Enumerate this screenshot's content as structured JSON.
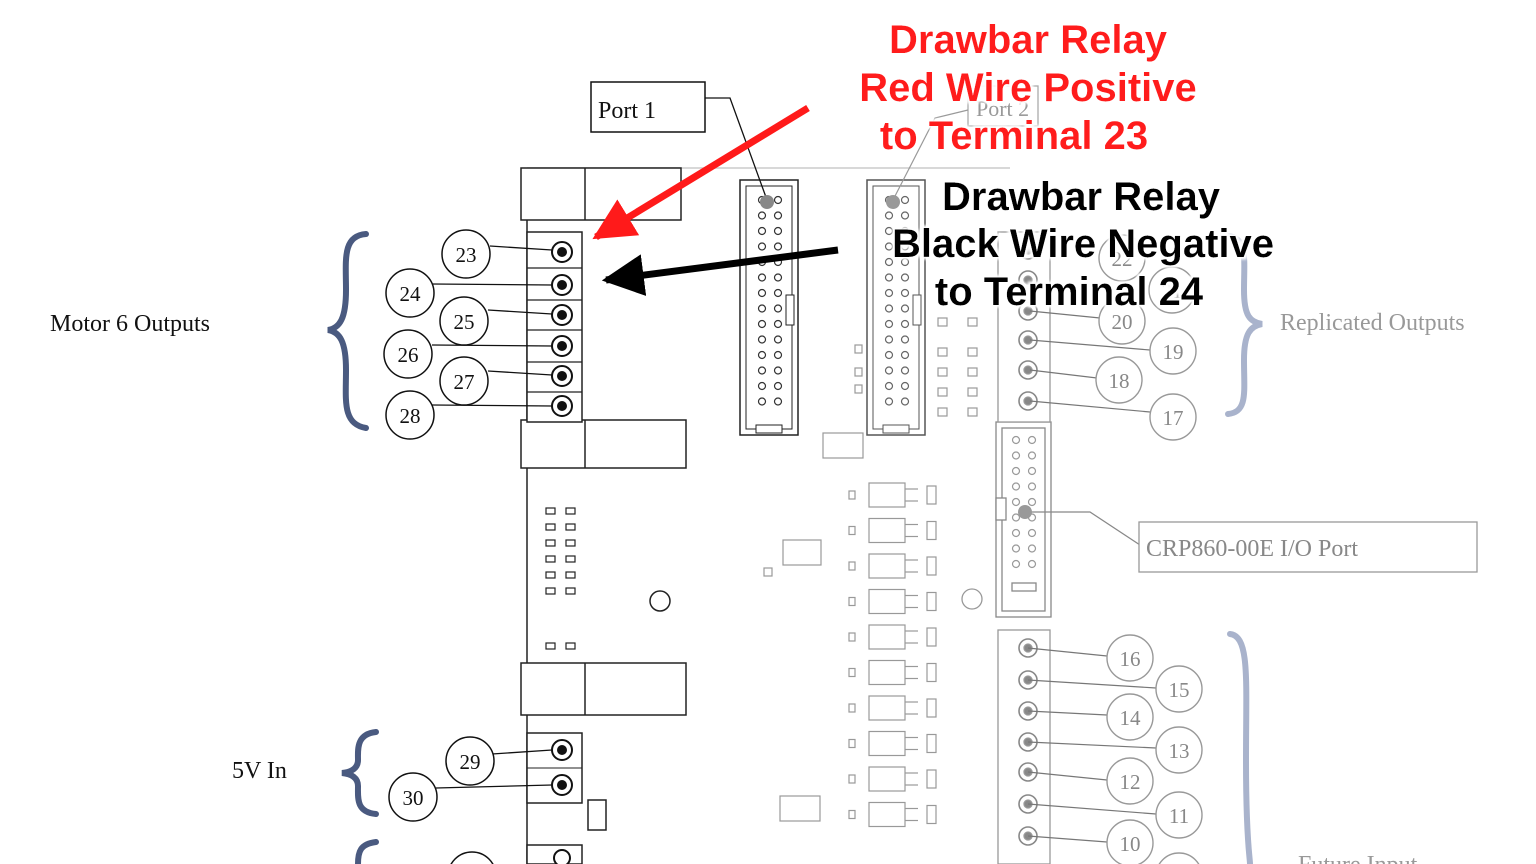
{
  "annotations": {
    "red_line1": "Drawbar Relay",
    "red_line2": "Red Wire Positive",
    "red_line3": "to Terminal 23",
    "black_line1": "Drawbar Relay",
    "black_line2": "Black Wire Negative",
    "black_line3": "to Terminal 24"
  },
  "labels": {
    "port1": "Port 1",
    "port2": "Port 2",
    "motor6": "Motor 6 Outputs",
    "five_v": "5V In",
    "replicated": "Replicated Outputs",
    "crp": "CRP860-00E I/O Port",
    "future": "Future Input"
  },
  "terminals": {
    "t23": "23",
    "t24": "24",
    "t25": "25",
    "t26": "26",
    "t27": "27",
    "t28": "28",
    "t29": "29",
    "t30": "30",
    "t22": "22",
    "t21": "21",
    "t20": "20",
    "t19": "19",
    "t18": "18",
    "t17": "17",
    "t16": "16",
    "t15": "15",
    "t14": "14",
    "t13": "13",
    "t12": "12",
    "t11": "11",
    "t10": "10"
  },
  "colors": {
    "red_callout": "#ff1a1a",
    "black_callout": "#000000",
    "bracket_dark": "#4a5a80",
    "bracket_light": "#a9b3cc",
    "faded": "#9a9a9a"
  }
}
